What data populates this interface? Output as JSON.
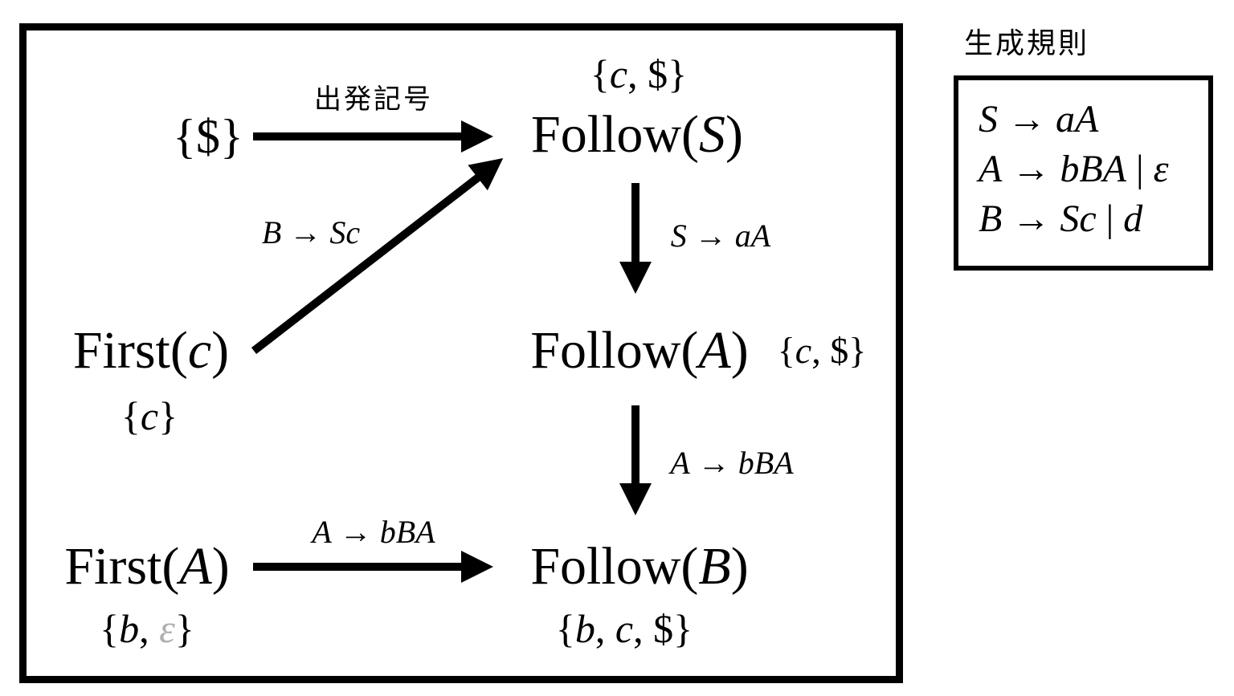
{
  "diagram": {
    "start_label": "出発記号",
    "start_set": "{$}",
    "follow_s": {
      "fn": "Follow",
      "arg": "S",
      "set": "{c, $}"
    },
    "follow_a": {
      "fn": "Follow",
      "arg": "A",
      "set": "{c, $}"
    },
    "follow_b": {
      "fn": "Follow",
      "arg": "B",
      "set": "{b, c, $}"
    },
    "first_c": {
      "fn": "First",
      "arg": "c",
      "set": "{c}"
    },
    "first_a": {
      "fn": "First",
      "arg": "A",
      "set_prefix": "{b, ",
      "set_epsilon": "ε",
      "set_suffix": "}"
    },
    "edges": {
      "first_c_to_follow_s": "B → Sc",
      "follow_s_to_follow_a": "S → aA",
      "follow_a_to_follow_b": "A → bBA",
      "first_a_to_follow_b": "A → bBA"
    }
  },
  "rules": {
    "title": "生成規則",
    "items": [
      "S → aA",
      "A → bBA | ε",
      "B → Sc | d"
    ]
  }
}
